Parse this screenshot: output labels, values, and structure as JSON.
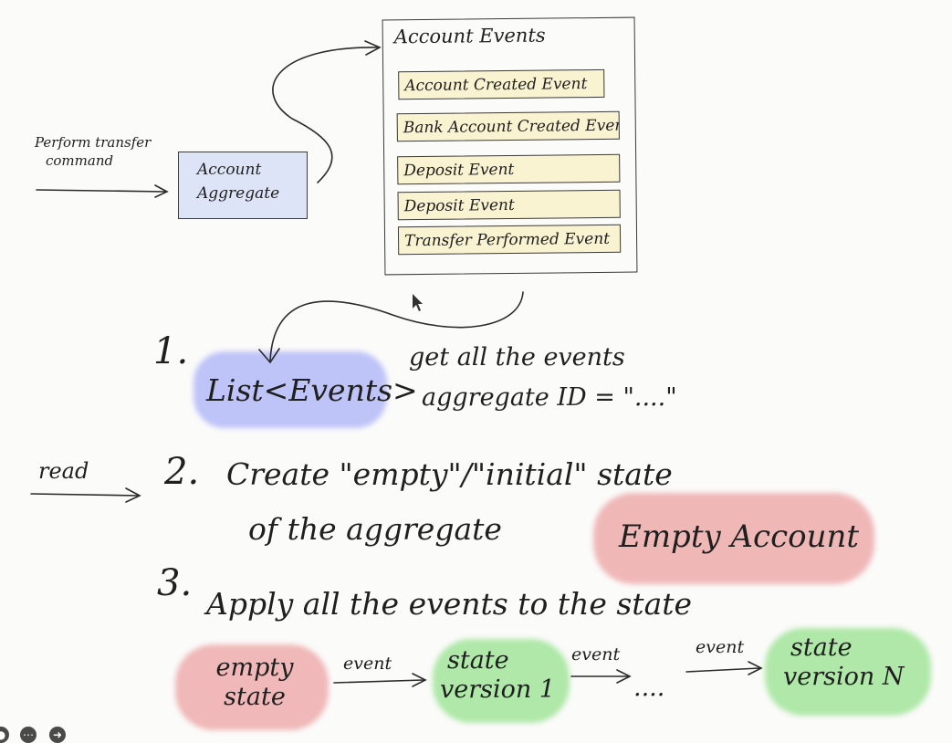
{
  "events_panel": {
    "title": "Account Events",
    "events": [
      "Account Created Event",
      "Bank Account Created Event",
      "Deposit Event",
      "Deposit Event",
      "Transfer Performed Event"
    ]
  },
  "aggregate": {
    "line1": "Account",
    "line2": "Aggregate",
    "command_line1": "Perform transfer",
    "command_line2": "command"
  },
  "step1": {
    "number": "1.",
    "list_label": "List<Events>",
    "note_line1": "get all the events",
    "note_line2": "aggregate ID = \"....\""
  },
  "step2": {
    "number": "2.",
    "read_label": "read",
    "line1": "Create \"empty\"/\"initial\" state",
    "line2": "of the aggregate",
    "empty_account": "Empty Account"
  },
  "step3": {
    "number": "3.",
    "line1": "Apply all the events to the state"
  },
  "flow": {
    "empty_state_line1": "empty",
    "empty_state_line2": "state",
    "event_label_1": "event",
    "v1_line1": "state",
    "v1_line2": "version 1",
    "event_label_2": "event",
    "ellipsis": "....",
    "event_label_3": "event",
    "vn_line1": "state",
    "vn_line2": "version N"
  },
  "colors": {
    "event_fill": "#faf3d2",
    "aggregate_fill": "#dde4f7",
    "list_highlight": "#8c96f5",
    "red_highlight": "#eca0a0",
    "green_highlight": "#96e28c"
  },
  "icons": [
    "mic-icon",
    "more-icon",
    "next-arrow-icon"
  ]
}
